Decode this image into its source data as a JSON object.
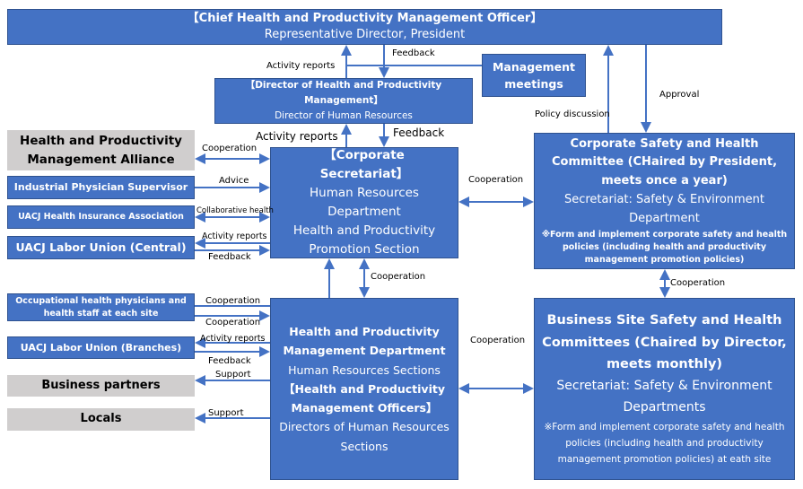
{
  "top": {
    "title": "【Chief Health and Productivity Management Officer】",
    "subtitle": "Representative Director, President"
  },
  "director": {
    "title": "【Director of Health and Productivity Management】",
    "subtitle": "Director of Human Resources"
  },
  "meetings": {
    "title": "Management meetings"
  },
  "secretariat": {
    "title": "【Corporate Secretariat】",
    "line1": "Human Resources Department",
    "line2": "Health and Productivity Promotion Section"
  },
  "corp_committee": {
    "title": "Corporate Safety and Health Committee (CHaired by President, meets once a year)",
    "secretariat": "Secretariat: Safety & Environment Department",
    "note": "※Form and implement corporate safety and health policies (including health and productivity management promotion policies)"
  },
  "hpm_dept": {
    "title": "Health and Productivity Management Department",
    "line1": "Human Resources Sections",
    "title2": "【Health and Productivity Management Officers】",
    "line2": "Directors of Human Resources Sections"
  },
  "site_committee": {
    "title": "Business Site Safety and Health Committees (Chaired by Director, meets monthly)",
    "secretariat": "Secretariat: Safety & Environment Departments",
    "note": "※Form and implement corporate safety and health policies (including health and productivity management promotion policies) at eath site"
  },
  "left": {
    "alliance": "Health and Productivity Management Alliance",
    "physician": "Industrial Physician Supervisor",
    "hia": "UACJ Health Insurance Association",
    "union_central": "UACJ Labor Union (Central)",
    "occupational": "Occupational health physicians and health staff at each site",
    "union_branches": "UACJ Labor Union (Branches)",
    "partners": "Business partners",
    "locals": "Locals"
  },
  "labels": {
    "activity_reports": "Activity reports",
    "feedback": "Feedback",
    "policy_discussion": "Policy discussion",
    "approval": "Approval",
    "cooperation": "Cooperation",
    "advice": "Advice",
    "collaborative": "Collaborative health",
    "support": "Support"
  }
}
